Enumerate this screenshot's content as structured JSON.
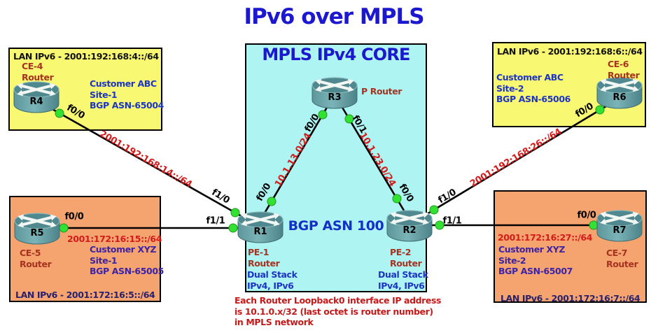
{
  "title": "IPv6 over MPLS",
  "core": {
    "heading": "MPLS IPv4 CORE",
    "bgp_label": "BGP ASN 100",
    "p_router_label": "P Router",
    "pe1_lines": [
      "PE-1",
      "Router"
    ],
    "pe1_stack": [
      "Dual Stack",
      "IPv4, IPv6"
    ],
    "pe2_lines": [
      "PE-2",
      "Router"
    ],
    "pe2_stack": [
      "Dual Stack",
      "IPv4, IPv6"
    ]
  },
  "routers": {
    "r1": "R1",
    "r2": "R2",
    "r3": "R3",
    "r4": "R4",
    "r5": "R5",
    "r6": "R6",
    "r7": "R7"
  },
  "sites": {
    "ce4": {
      "lan": "LAN IPv6 - 2001:192:168:4::/64",
      "name": [
        "CE-4",
        "Router"
      ],
      "customer": [
        "Customer ABC",
        "Site-1",
        "BGP ASN-65004"
      ]
    },
    "ce6": {
      "lan": "LAN IPv6 - 2001:192:168:6::/64",
      "name": [
        "CE-6",
        "Router"
      ],
      "customer": [
        "Customer ABC",
        "Site-2",
        "BGP ASN-65006"
      ]
    },
    "ce5": {
      "lan": "LAN IPv6 - 2001:172:16:5::/64",
      "name": [
        "CE-5",
        "Router"
      ],
      "customer": [
        "Customer XYZ",
        "Site-1",
        "BGP ASN-65005"
      ],
      "link_ip": "2001:172:16:15::/64"
    },
    "ce7": {
      "lan": "LAN IPv6 - 2001:172:16:7::/64",
      "name": [
        "CE-7",
        "Router"
      ],
      "customer": [
        "Customer XYZ",
        "Site-2",
        "BGP ASN-65007"
      ],
      "link_ip": "2001:172:16:27::/64"
    }
  },
  "links": {
    "r4_r1": "2001:192:168:14::/64",
    "r6_r2": "2001:192:168:26::/64",
    "r1_r3": "10.1.13.0/24",
    "r2_r3": "10.1.23.0/24"
  },
  "interfaces": {
    "r4_f00": "f0/0",
    "r5_f00": "f0/0",
    "r6_f00": "f0/0",
    "r7_f00": "f0/0",
    "r1_f00": "f0/0",
    "r1_f10": "f1/0",
    "r1_f11": "f1/1",
    "r2_f00": "f0/0",
    "r2_f10": "f1/0",
    "r2_f11": "f1/1",
    "r3_f00": "f0/0",
    "r3_f01": "f0/1"
  },
  "note": [
    "Each Router Loopback0 interface IP address",
    "is 10.1.0.x/32 (last octet is router number)",
    "in MPLS network"
  ],
  "colors": {
    "title_blue": "#1c18cf",
    "core_fill": "#aef4f2",
    "site_abc_fill": "#f9f872",
    "site_xyz_fill": "#f5a46f",
    "link_red": "#d31b1b",
    "note_red": "#c51a1a",
    "dark_red": "#a63220",
    "customer_blue": "#1d35c4",
    "customer_purple": "#3d23a6",
    "lan_navy": "#29216e",
    "port_green": "#33e133",
    "router_teal": "#569298"
  }
}
